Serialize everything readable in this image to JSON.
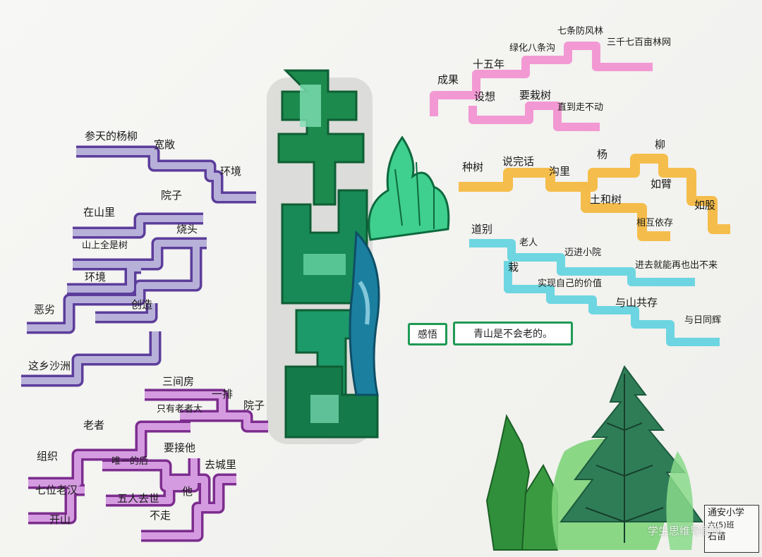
{
  "title_icon": "tree-title-icon",
  "colors": {
    "purple_light": "#b7b0d9",
    "purple_dark": "#5c3d9b",
    "violet_light": "#d59be0",
    "violet_dark": "#7c2d8e",
    "pink": "#f28fd0",
    "orange": "#f5b83a",
    "cyan": "#5fd3e0",
    "green": "#1f9a55"
  },
  "branch_env": {
    "labels": [
      "参天的杨柳",
      "宽敞",
      "环境",
      "院子",
      "在山里",
      "山上全是树",
      "烧头",
      "环境",
      "创造",
      "恶劣",
      "这乡沙洲"
    ]
  },
  "branch_old": {
    "labels": [
      "三间房",
      "一排",
      "院子",
      "只有老者大",
      "老者",
      "组织",
      "七位老汉",
      "开山",
      "唯一的后",
      "五人去世",
      "不走",
      "要接他",
      "去城里",
      "他"
    ]
  },
  "branch_result": {
    "labels": [
      "七条防风林",
      "绿化八条沟",
      "十五年",
      "三千七百亩林网",
      "成果",
      "设想",
      "要栽树",
      "直到走不动"
    ]
  },
  "branch_tree": {
    "labels": [
      "种树",
      "说完话",
      "沟里",
      "杨",
      "柳",
      "土和树",
      "如臂",
      "如股",
      "相互依存"
    ]
  },
  "branch_bye": {
    "labels": [
      "道别",
      "老人",
      "迈进小院",
      "进去就能再也出不来",
      "栽",
      "实现自己的价值",
      "与山共存",
      "与日同辉"
    ]
  },
  "insight": {
    "label": "感悟",
    "text": "青山是不会老的。"
  },
  "stamp": {
    "line1": "通安小学",
    "line2": "六(5)班",
    "line3": "石苗"
  },
  "watermark": "学生思维导图网"
}
